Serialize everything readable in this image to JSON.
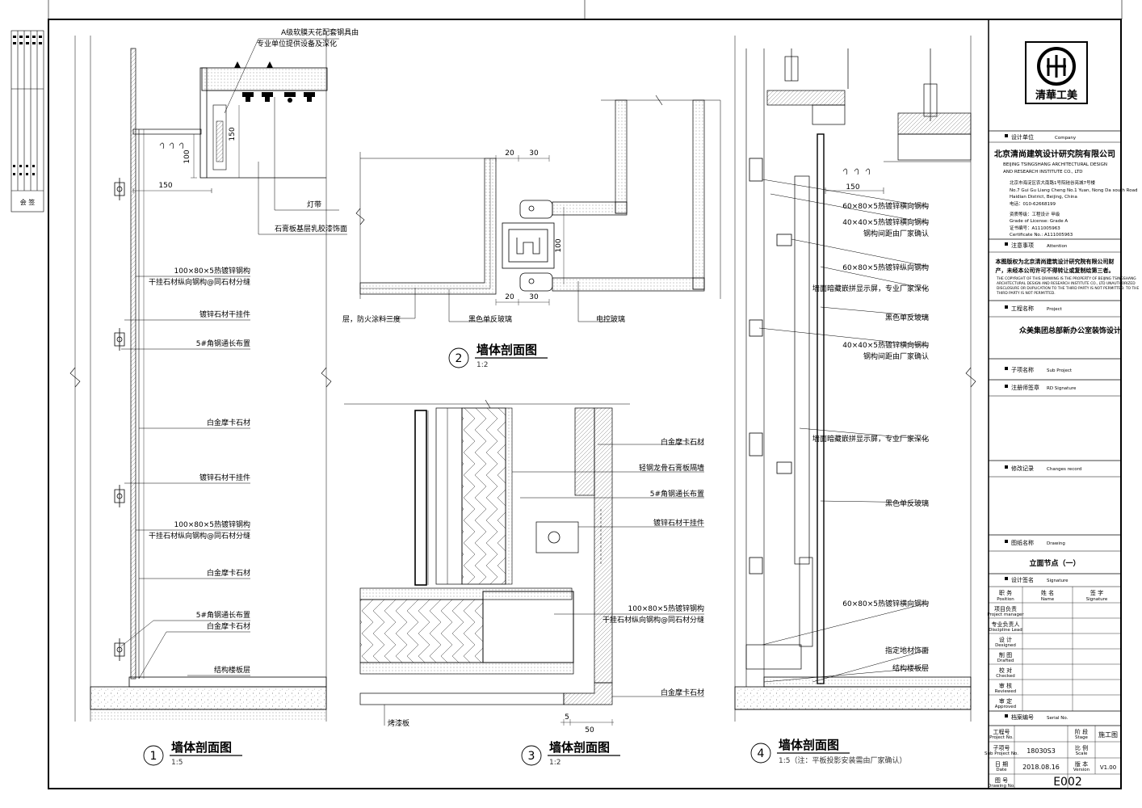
{
  "details": [
    {
      "number": "1",
      "title": "墙体剖面图",
      "scale": "1:5",
      "dims": [
        "150",
        "100",
        "150"
      ],
      "labels": [
        "A级软膜天花配套钢具由",
        "专业单位提供设备及深化",
        "灯带",
        "石膏板基层乳胶漆饰面",
        "100×80×5热镀锌钢构",
        "干挂石材纵向钢构@同石材分缝",
        "镀锌石材干挂件",
        "5#角钢通长布置",
        "白金摩卡石材",
        "镀锌石材干挂件",
        "100×80×5热镀锌钢构",
        "干挂石材纵向钢构@同石材分缝",
        "白金摩卡石材",
        "5#角钢通长布置",
        "白金摩卡石材",
        "结构楼板层"
      ]
    },
    {
      "number": "2",
      "title": "墙体剖面图",
      "scale": "1:2",
      "dims": [
        "20",
        "30",
        "100",
        "20",
        "30"
      ],
      "labels": [
        "层，防火涂料三度",
        "黑色单反玻璃",
        "电控玻璃"
      ]
    },
    {
      "number": "3",
      "title": "墙体剖面图",
      "scale": "1:2",
      "dims": [
        "5",
        "50"
      ],
      "labels": [
        "白金摩卡石材",
        "轻钢龙骨石膏板隔墙",
        "5#角钢通长布置",
        "镀锌石材干挂件",
        "100×80×5热镀锌钢构",
        "干挂石材纵向钢构@同石材分缝",
        "白金摩卡石材",
        "烤漆板"
      ]
    },
    {
      "number": "4",
      "title": "墙体剖面图",
      "scale": "1:5（注：平板投影安装需由厂家确认）",
      "dims": [
        "150"
      ],
      "labels": [
        "60×80×5热镀锌横向钢构",
        "40×40×5热镀锌横向钢构",
        "钢构间距由厂家确认",
        "60×80×5热镀锌纵向钢构",
        "墙面暗藏嵌拼显示屏，专业厂家深化",
        "黑色单反玻璃",
        "40×40×5热镀锌横向钢构",
        "钢构间距由厂家确认",
        "墙面暗藏嵌拼显示屏，专业厂家深化",
        "黑色单反玻璃",
        "60×80×5热镀锌横向钢构",
        "指定地材饰面",
        "结构楼板层"
      ]
    }
  ],
  "title_block": {
    "logo_text": "清華工美",
    "company_label": "设计单位",
    "company_label_en": "Company",
    "company_name": "北京清尚建筑设计研究院有限公司",
    "company_name_en_1": "BEIJING TSINGSHANG ARCHITECTURAL DESIGN",
    "company_name_en_2": "AND RESEARCH INSTITUTE CO., LTD",
    "address": "北京市海淀区农大南路1号院硅谷亮城7号楼",
    "address_en_1": "No.7 Gui Gu Liang Cheng No.1 Yuan, Nong Da south Road",
    "address_en_2": "Haidian District, Beijing, China",
    "phone": "电话：010-62668199",
    "license_grade": "资质等级：工程设计  甲级",
    "license_grade_en": "Grade of License: Grade A",
    "cert_no": "证书编号：A111005963",
    "cert_no_en": "Certificate No.: A111005963",
    "attention_label": "注意事项",
    "attention_label_en": "Attention",
    "attention_1": "本图版权为北京清尚建筑设计研究院有限公司财",
    "attention_2": "产，未经本公司许可不得转让或复制绘第三者。",
    "attention_en_1": "THE COPYRIGHT OF THIS DRAWING IS THE PROPERTY OF BEIJING TSINGSHANG",
    "attention_en_2": "ARCHITECTURAL DESIGN AND RESEARCH INSTITUTE CO., LTD UNAUTHORIZED",
    "attention_en_3": "DISCLOSURE OR DUPLICATION TO THE THIRD PARTY IS NOT PERMITTED. TO THE",
    "attention_en_4": "THIRD PARTY IS NOT PERMITTED.",
    "project_label": "工程名称",
    "project_label_en": "Project",
    "project_name": "众美集团总部新办公室装饰设计",
    "sub_project_label": "子项名称",
    "sub_project_label_en": "Sub Project",
    "rd_signature_label": "注册师签章",
    "rd_signature_label_en": "RD Signature",
    "changes_label": "修改记录",
    "changes_label_en": "Changes record",
    "drawing_label": "图纸名称",
    "drawing_label_en": "Drawing",
    "drawing_name": "立面节点（一）",
    "signature_label": "设计签名",
    "signature_label_en": "Signature",
    "sig_headers": [
      "职  务",
      "姓  名",
      "签  字"
    ],
    "sig_headers_en": [
      "Position",
      "Name",
      "Signature"
    ],
    "sig_roles": [
      "项目负责",
      "专业负责人",
      "设  计",
      "制  图",
      "校  对",
      "审  核",
      "审  定"
    ],
    "sig_roles_en": [
      "Project manager",
      "Discipline Lead",
      "Designed",
      "Drafted",
      "Checked",
      "Reviewed",
      "Approved"
    ],
    "serial_label": "档案编号",
    "serial_label_en": "Serial No.",
    "project_no_label": "工程号",
    "project_no_label_en": "Project No.",
    "stage_label": "阶 段",
    "stage_label_en": "Stage",
    "stage_value": "施工图",
    "sub_no_label": "子项号",
    "sub_no_label_en": "Sub Project No.",
    "sub_no_value": "18030S3",
    "scale_label": "比 例",
    "scale_label_en": "Scale",
    "date_label": "日 期",
    "date_label_en": "Date",
    "date_value": "2018.08.16",
    "version_label": "版 本",
    "version_label_en": "Version",
    "version_value": "V1.00",
    "drawing_no_label": "图 号",
    "drawing_no_label_en": "Drawing No.",
    "drawing_no_value": "E002"
  },
  "left_margin_stamp": "会 签"
}
